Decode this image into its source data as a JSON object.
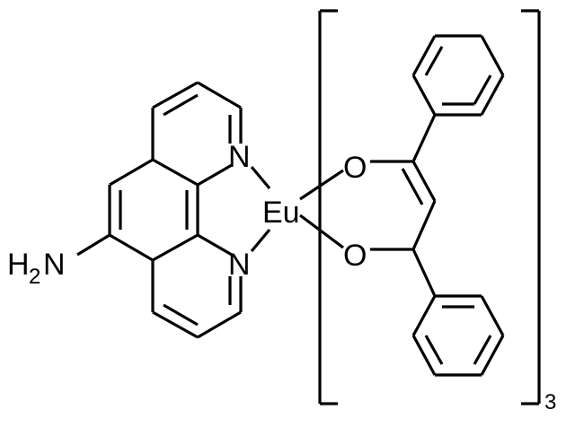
{
  "labels": {
    "eu": "Eu",
    "n_top": "N",
    "n_bottom": "N",
    "o_top": "O",
    "o_bottom": "O",
    "amine_h": "H",
    "amine_sub": "2",
    "amine_n": "N",
    "multiplier": "3"
  }
}
